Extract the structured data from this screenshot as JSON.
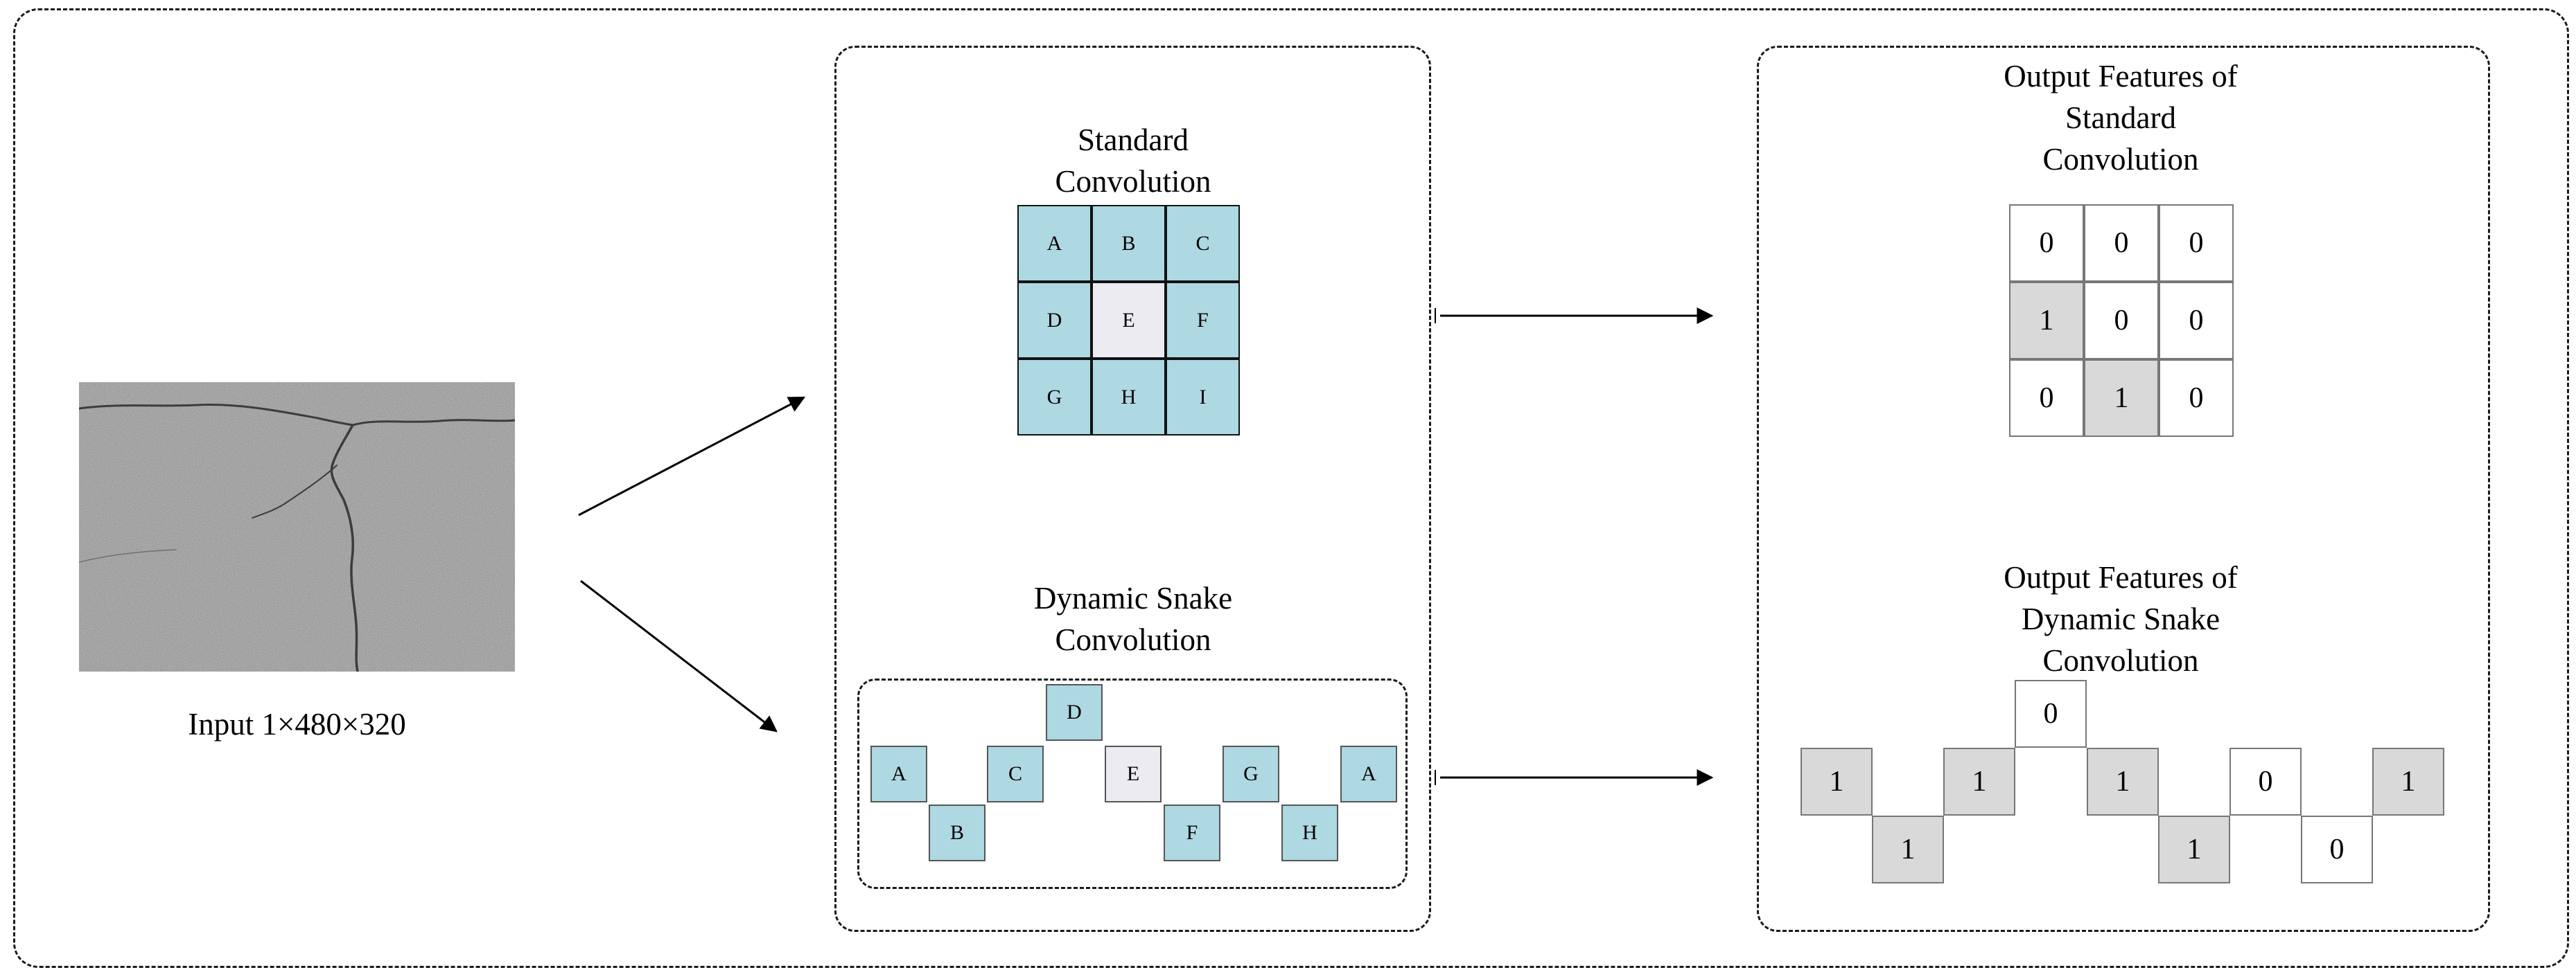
{
  "colors": {
    "kernel_fill": "#aed8e2",
    "center_fill": "#ecebf1",
    "activated_fill": "#d9d9d9",
    "inactive_fill": "#ffffff",
    "border": "#1a1a1a"
  },
  "input": {
    "caption": "Input 1×480×320",
    "image": "asphalt-crack-photo"
  },
  "standard_conv": {
    "title": "Standard\nConvolution",
    "grid": [
      [
        "A",
        "B",
        "C"
      ],
      [
        "D",
        "E",
        "F"
      ],
      [
        "G",
        "H",
        "I"
      ]
    ],
    "center_label": "E"
  },
  "snake_conv": {
    "title": "Dynamic Snake\nConvolution",
    "cells": [
      {
        "label": "A",
        "row": "mid"
      },
      {
        "label": "B",
        "row": "low"
      },
      {
        "label": "C",
        "row": "mid"
      },
      {
        "label": "D",
        "row": "high"
      },
      {
        "label": "E",
        "row": "mid",
        "center": true
      },
      {
        "label": "F",
        "row": "low"
      },
      {
        "label": "G",
        "row": "mid"
      },
      {
        "label": "H",
        "row": "low"
      },
      {
        "label": "A",
        "row": "mid"
      }
    ]
  },
  "output_standard": {
    "title": "Output Features of\nStandard\nConvolution",
    "grid": [
      [
        "0",
        "0",
        "0"
      ],
      [
        "1",
        "0",
        "0"
      ],
      [
        "0",
        "1",
        "0"
      ]
    ]
  },
  "output_snake": {
    "title": "Output Features of\nDynamic Snake\nConvolution",
    "cells": [
      {
        "value": "1",
        "row": "mid"
      },
      {
        "value": "1",
        "row": "low"
      },
      {
        "value": "1",
        "row": "mid"
      },
      {
        "value": "0",
        "row": "high"
      },
      {
        "value": "1",
        "row": "mid"
      },
      {
        "value": "1",
        "row": "low"
      },
      {
        "value": "0",
        "row": "mid"
      },
      {
        "value": "0",
        "row": "low"
      },
      {
        "value": "1",
        "row": "mid"
      }
    ]
  }
}
